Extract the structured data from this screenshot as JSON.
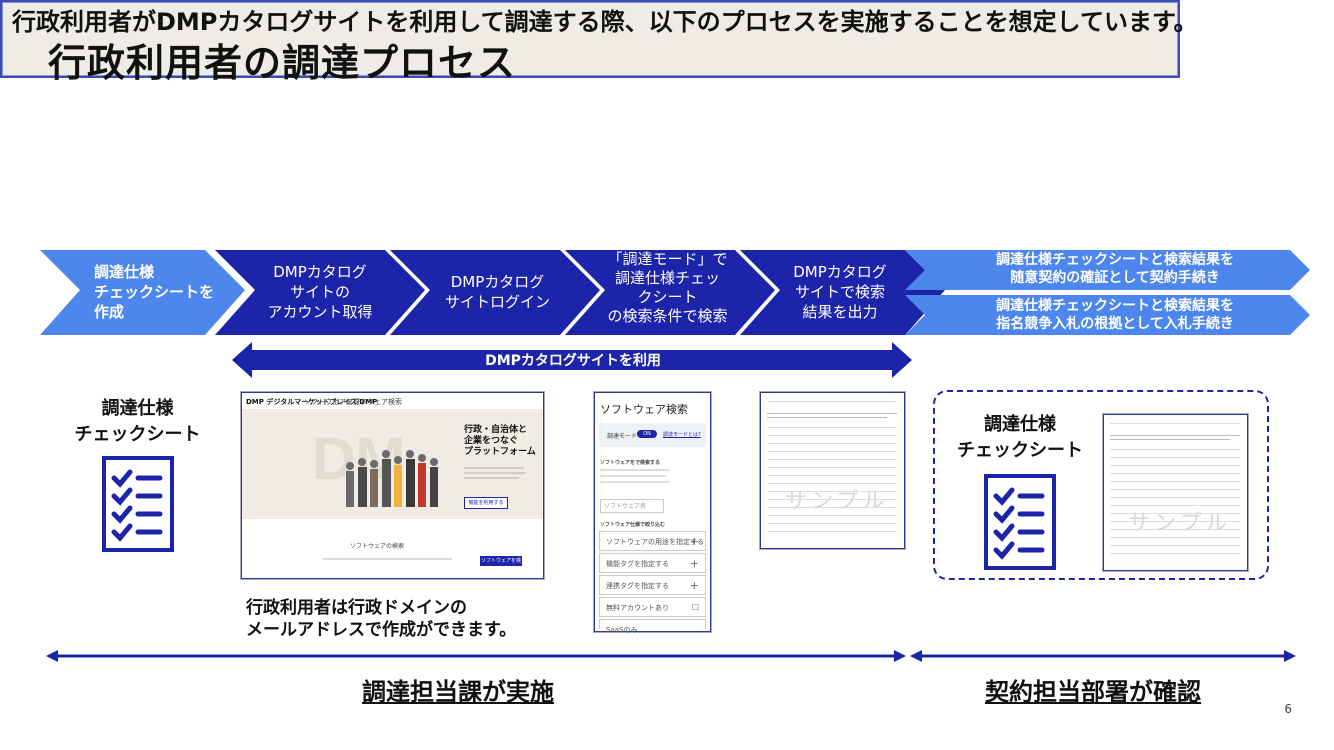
{
  "title": "行政利用者の調達プロセス",
  "intro": "行政利用者がDMPカタログサイトを利用して調達する際、以下のプロセスを実施することを想定しています。",
  "steps": [
    "調達仕様\nチェックシートを\n作成",
    "DMPカタログ\nサイトの\nアカウント取得",
    "DMPカタログ\nサイトログイン",
    "「調達モード」で\n調達仕様チェッ\nクシート\nの検索条件で検索",
    "DMPカタログ\nサイトで検索\n結果を出力"
  ],
  "final_steps": [
    "調達仕様チェックシートと検索結果を\n随意契約の確証として契約手続き",
    "調達仕様チェックシートと検索結果を\n指名競争入札の根拠として入札手続き"
  ],
  "range_label": "DMPカタログサイトを利用",
  "checksheet_label": "調達仕様\nチェックシート",
  "checksheet_label2": "調達仕様\nチェックシート",
  "site_shot": {
    "brand": "DMP デジタルマーケットプレイス DMP",
    "nav": [
      "ソフトウェアを探す",
      "ソフトウェア検索"
    ],
    "hero_title": "行政・自治体と\n企業をつなぐ\nプラットフォーム",
    "hero_button": "機能を利用する",
    "search_title": "ソフトウェアの検索",
    "search_button": "ソフトウェアを検索する"
  },
  "search_panel": {
    "title": "ソフトウェア検索",
    "mode_label": "調達モード",
    "toggle": "ON",
    "mode_link": "調達モードとは?",
    "keyword_heading": "ソフトウェアをで検索する",
    "keyword_placeholder": "ソフトウェア名",
    "filter_heading": "ソフトウェア仕様で絞り込む",
    "rows": [
      "ソフトウェアの用途を指定する",
      "機能タグを指定する",
      "連携タグを指定する",
      "無料アカウントあり",
      "SaaSのみ"
    ]
  },
  "sample_text": "サンプル",
  "note": "行政利用者は行政ドメインの\nメールアドレスで作成ができます。",
  "bottom_left": "調達担当課が実施",
  "bottom_right": "契約担当部署が確認",
  "page_number": "6",
  "colors": {
    "dark_blue": "#1a22a8",
    "mid_blue": "#3b58d6",
    "light_blue": "#5a8ff0",
    "arrow_line": "#1a2aa0"
  }
}
